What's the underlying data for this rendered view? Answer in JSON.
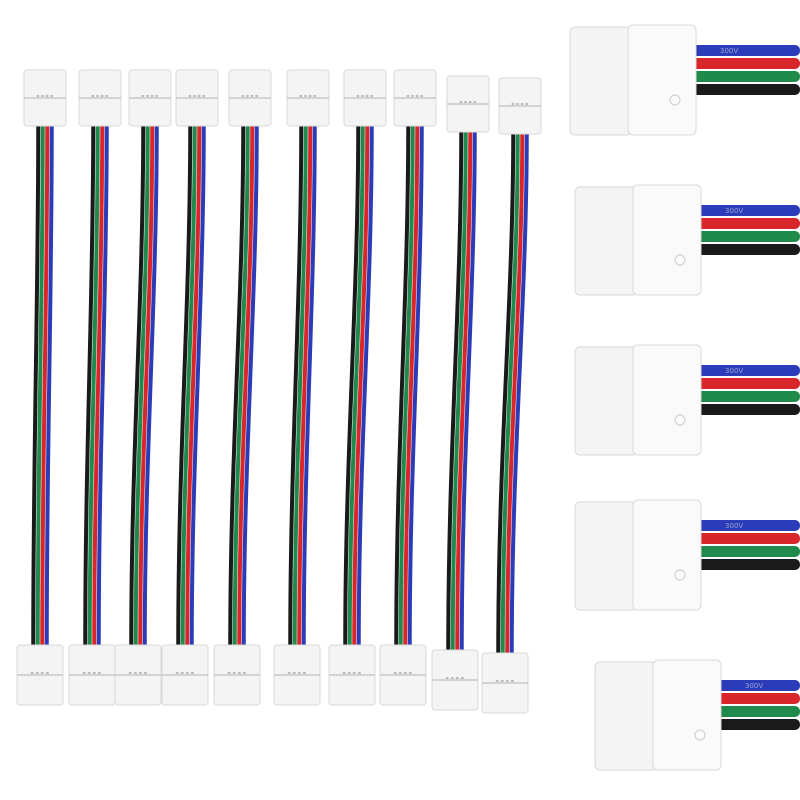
{
  "product": {
    "cable_count": 10,
    "closeup_count": 5,
    "wire_print": "300V",
    "colors": {
      "black": "#1a1a1a",
      "green": "#1f8a4c",
      "red": "#d8262a",
      "blue": "#2c3cb8",
      "connector": "#f4f4f4",
      "connector_shade": "#d9d9d9"
    }
  }
}
